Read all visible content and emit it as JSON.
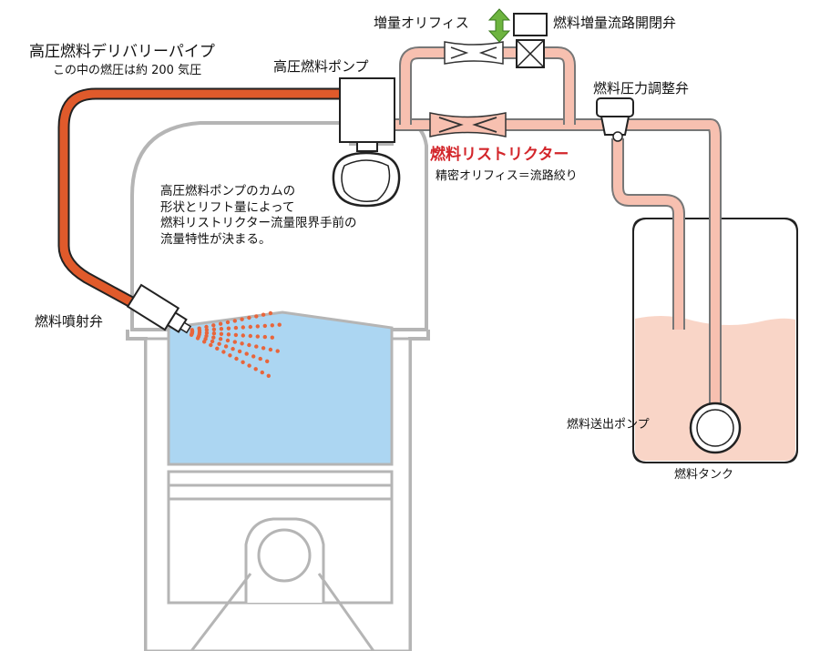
{
  "labels": {
    "delivery_pipe": "高圧燃料デリバリーパイプ",
    "delivery_pipe_sub": "この中の燃圧は約 200 気圧",
    "hp_pump": "高圧燃料ポンプ",
    "increase_orifice": "増量オリフィス",
    "increase_valve": "燃料増量流路開閉弁",
    "pressure_regulator": "燃料圧力調整弁",
    "restrictor": "燃料リストリクター",
    "restrictor_sub": "精密オリフィス＝流路絞り",
    "injector": "燃料噴射弁",
    "feed_pump": "燃料送出ポンプ",
    "tank": "燃料タンク"
  },
  "note_lines": [
    "高圧燃料ポンプのカムの",
    "形状とリフト量によって",
    "燃料リストリクター流量限界手前の",
    "流量特性が決まる。"
  ],
  "colors": {
    "high_pressure_pipe": "#e05a2b",
    "low_pressure_pipe": "#f7c0b0",
    "tank_fuel": "#f9d5c7",
    "cylinder": "#acd6f2",
    "spray": "#e8653b",
    "accent_arrow": "#6db43f",
    "engine_outline": "#b5b5b5"
  }
}
